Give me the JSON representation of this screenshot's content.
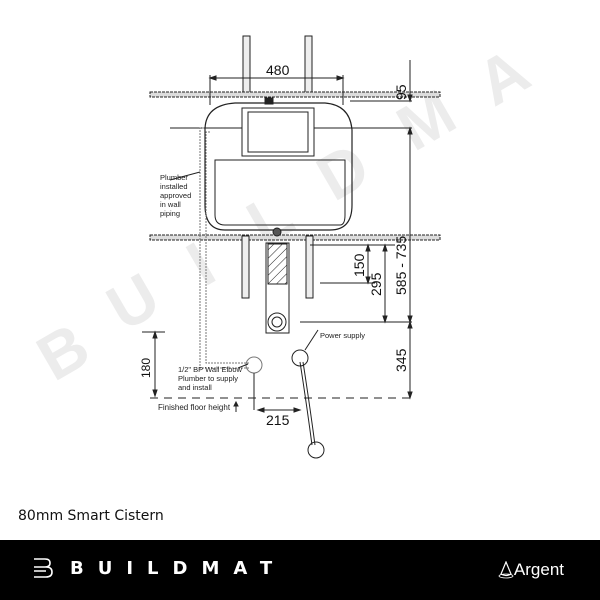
{
  "diagram": {
    "watermark": "BUILDMAT",
    "dimensions": {
      "width_480": "480",
      "top_95": "95",
      "range_585_735": "585 - 735",
      "dim_150": "150",
      "dim_295": "295",
      "dim_345": "345",
      "dim_180": "180",
      "dim_215": "215"
    },
    "labels": {
      "plumber_piping": [
        "Plumber",
        "installed",
        "approved",
        "in wall",
        "piping"
      ],
      "wall_elbow": [
        "1/2\" BP Wall Elbow",
        "Plumber to supply",
        "and install"
      ],
      "power_supply": "Power supply",
      "finished_floor": "Finished floor height"
    }
  },
  "caption": "80mm Smart Cistern",
  "footer": {
    "brand": "BUILDMAT",
    "partner": "Argent",
    "background": "#000000",
    "text_color": "#ffffff"
  }
}
